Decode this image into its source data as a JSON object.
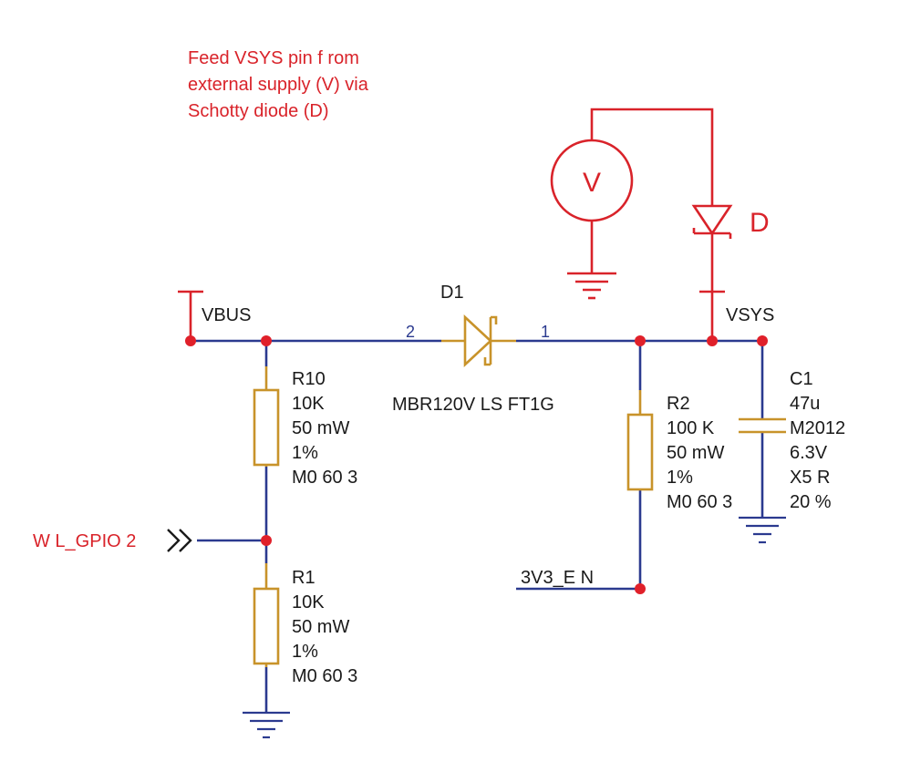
{
  "note": {
    "line1": "Feed  VSYS pin f rom",
    "line2": "external supply (V) via",
    "line3": "Schotty diode (D)"
  },
  "external": {
    "source_label": "V",
    "diode_label": "D"
  },
  "nets": {
    "vbus": "VBUS",
    "vsys": "VSYS",
    "en": "3V3_E N",
    "gpio": "W L_GPIO 2"
  },
  "d1": {
    "ref": "D1",
    "part": "MBR120V LS FT1G",
    "pin_anode": "2",
    "pin_cathode": "1"
  },
  "r10": {
    "ref": "R10",
    "lines": [
      "10K",
      "50 mW",
      "1%",
      "M0 60 3"
    ]
  },
  "r1": {
    "ref": "R1",
    "lines": [
      "10K",
      "50 mW",
      "1%",
      "M0 60 3"
    ]
  },
  "r2": {
    "ref": "R2",
    "lines": [
      "100 K",
      "50 mW",
      "1%",
      "M0 60 3"
    ]
  },
  "c1": {
    "ref": "C1",
    "lines": [
      "47u",
      "M2012",
      "6.3V",
      "X5 R",
      "20 %"
    ]
  },
  "colors": {
    "wire": "#2b3a8f",
    "component": "#c8932a",
    "annotation": "#d9232a",
    "junction": "#e0202a"
  }
}
